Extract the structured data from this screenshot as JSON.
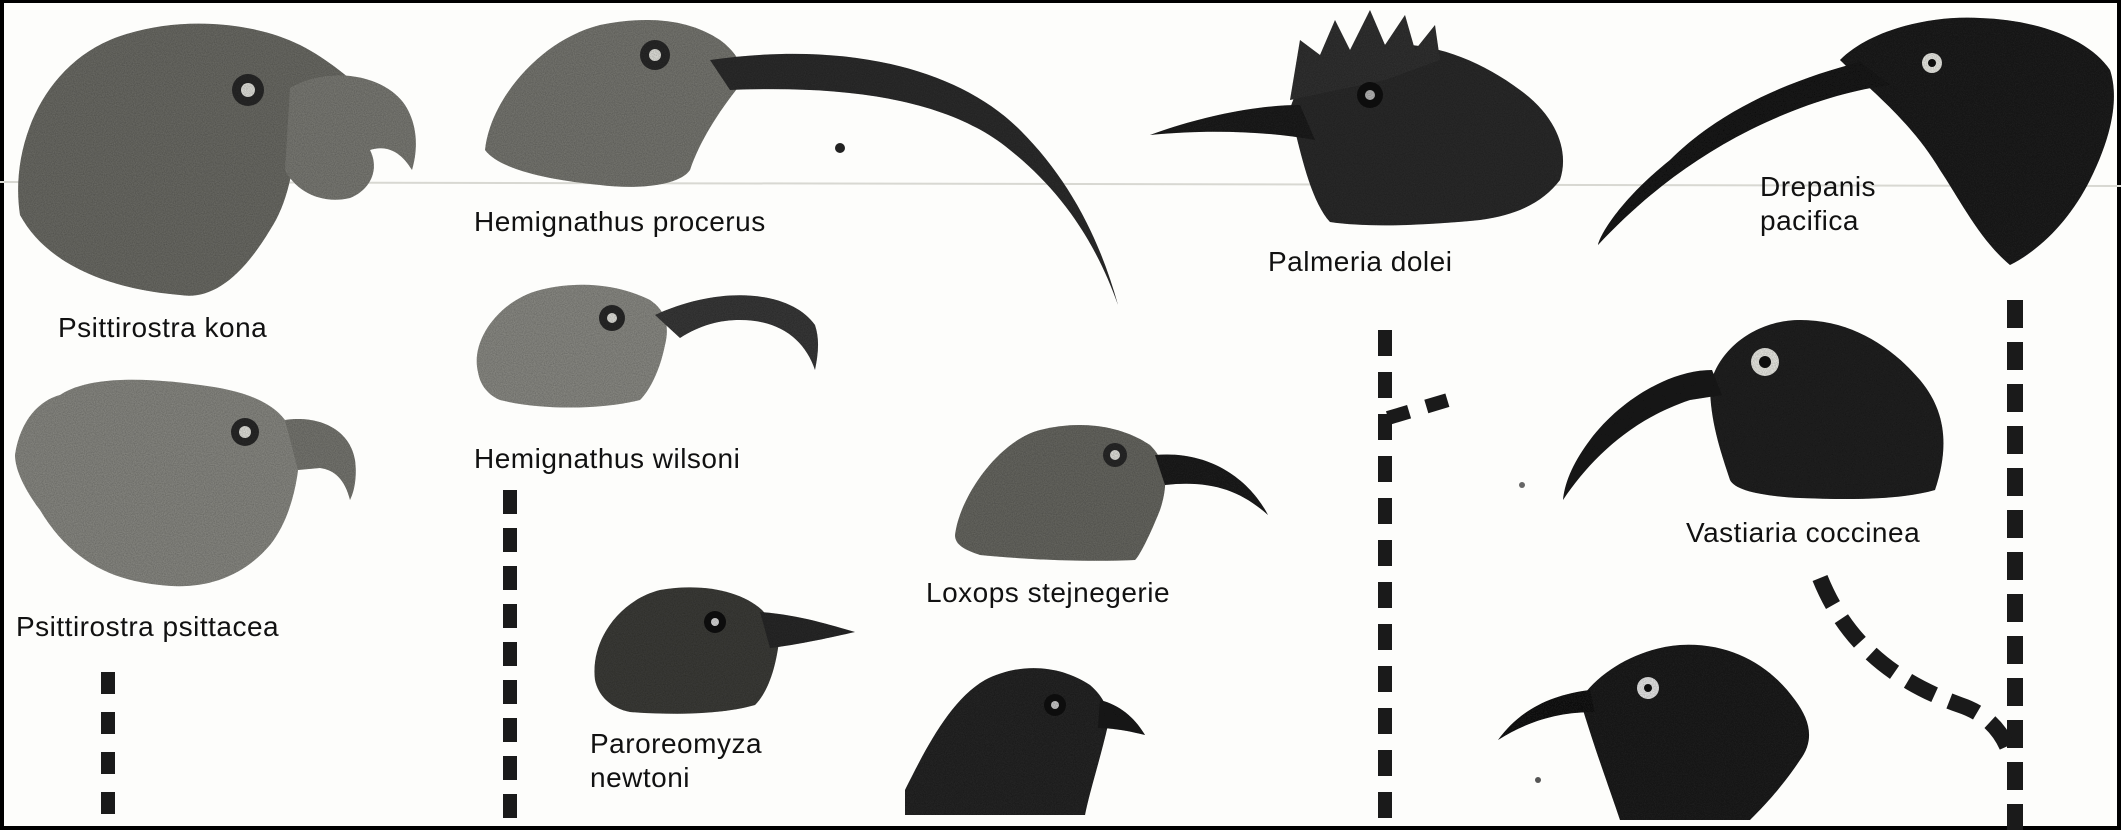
{
  "species": {
    "psittirostra_kona": "Psittirostra kona",
    "psittirostra_psittacea": "Psittirostra psittacea",
    "hemignathus_procerus": "Hemignathus procerus",
    "hemignathus_wilsoni": "Hemignathus wilsoni",
    "paroreomyza_newtoni_line1": "Paroreomyza",
    "paroreomyza_newtoni_line2": "newtoni",
    "loxops_stejnegerie": "Loxops stejnegerie",
    "palmeria_dolei": "Palmeria dolei",
    "drepanis_pacifica_line1": "Drepanis",
    "drepanis_pacifica_line2": "pacifica",
    "vastiaria_coccinea": "Vastiaria coccinea"
  },
  "colors": {
    "ink": "#1a1a1a",
    "light_head": "#8a8a84",
    "mid_head": "#5a5a55",
    "dark_head": "#262626",
    "paper": "#fdfdfb"
  }
}
